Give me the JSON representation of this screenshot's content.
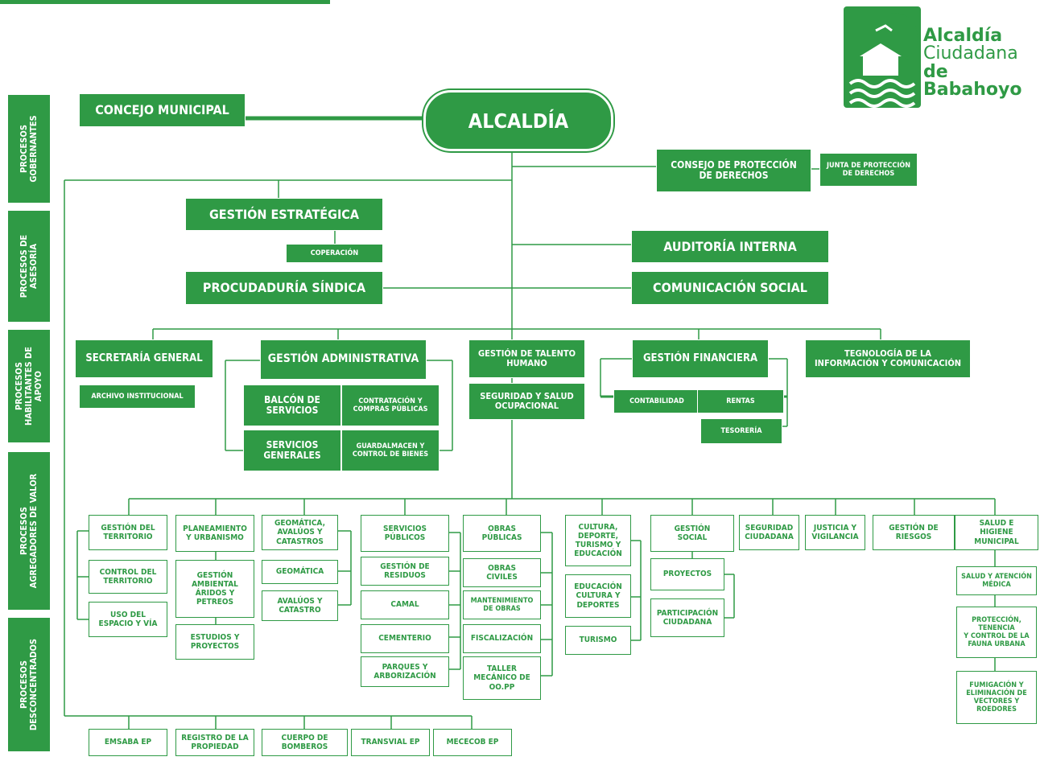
{
  "colors": {
    "green": "#2f9a45",
    "white": "#ffffff"
  },
  "logo": {
    "line1": "Alcaldía",
    "line2": "Ciudadana",
    "line3": "de Babahoyo"
  },
  "sidebar": [
    "PROCESOS\nGOBERNANTES",
    "PROCESOS DE\nASESORÍA",
    "PROCESOS\nHABILITANTES DE\nAPOYO",
    "PROCESOS\nAGREGADORES DE VALOR",
    "PROCESOS\nDESCONCENTRADOS"
  ],
  "gobernantes": {
    "concejo": "CONCEJO MUNICIPAL",
    "alcaldia": "ALCALDÍA",
    "consejo_proteccion": "CONSEJO DE PROTECCIÓN\nDE DERECHOS",
    "junta_proteccion": "JUNTA DE PROTECCIÓN\nDE DERECHOS"
  },
  "asesoria": {
    "gestion_estrategica": "GESTIÓN ESTRATÉGICA",
    "coperacion": "COPERACIÓN",
    "procuraduria": "PROCUDADURÍA SÍNDICA",
    "auditoria": "AUDITORÍA INTERNA",
    "comunicacion": "COMUNICACIÓN SOCIAL"
  },
  "apoyo": {
    "secretaria": "SECRETARÍA GENERAL",
    "archivo": "ARCHIVO INSTITUCIONAL",
    "gestion_admin": "GESTIÓN ADMINISTRATIVA",
    "balcon": "BALCÓN DE\nSERVICIOS",
    "contratacion": "CONTRATACIÓN Y\nCOMPRAS PÚBLICAS",
    "servicios_generales": "SERVICIOS\nGENERALES",
    "guardalmacen": "GUARDALMACEN Y\nCONTROL DE BIENES",
    "talento": "GESTIÓN DE TALENTO\nHUMANO",
    "seguridad_salud": "SEGURIDAD Y SALUD\nOCUPACIONAL",
    "financiera": "GESTIÓN FINANCIERA",
    "contabilidad": "CONTABILIDAD",
    "rentas": "RENTAS",
    "tesoreria": "TESORERÍA",
    "tecnologia": "TEGNOLOGÍA DE LA\nINFORMACIÓN Y COMUNICACIÓN"
  },
  "valor": {
    "territorio": "GESTIÓN DEL\nTERRITORIO",
    "control_territorio": "CONTROL DEL\nTERRITORIO",
    "uso_espacio": "USO DEL\nESPACIO Y VÍA",
    "planeamiento": "PLANEAMIENTO\nY URBANISMO",
    "ambiental": "GESTIÓN\nAMBIENTAL\nÁRIDOS Y\nPETREOS",
    "estudios": "ESTUDIOS Y\nPROYECTOS",
    "geomatica_avaluos": "GEOMÁTICA,\nAVALÚOS Y\nCATASTROS",
    "geomatica": "GEOMÁTICA",
    "avaluos": "AVALÚOS Y\nCATASTRO",
    "servicios_publicos": "SERVICIOS\nPÚBLICOS",
    "residuos": "GESTIÓN DE\nRESIDUOS",
    "camal": "CAMAL",
    "cementerio": "CEMENTERIO",
    "parques": "PARQUES Y\nARBORIZACIÓN",
    "obras_publicas": "OBRAS\nPÚBLICAS",
    "obras_civiles": "OBRAS\nCIVILES",
    "mantenimiento": "MANTENIMIENTO\nDE OBRAS",
    "fiscalizacion": "FISCALIZACIÓN",
    "taller": "TALLER\nMECÁNICO DE\nOO.PP",
    "cultura": "CULTURA,\nDEPORTE,\nTURISMO Y\nEDUCACIÓN",
    "educacion": "EDUCACIÓN\nCULTURA Y\nDEPORTES",
    "turismo": "TURISMO",
    "gestion_social": "GESTIÓN\nSOCIAL",
    "proyectos": "PROYECTOS",
    "participacion": "PARTICIPACIÓN\nCIUDADANA",
    "seguridad_ciudadana": "SEGURIDAD\nCIUDADANA",
    "justicia": "JUSTICIA Y\nVIGILANCIA",
    "riesgos": "GESTIÓN DE\nRIESGOS",
    "salud": "SALUD E\nHIGIENE MUNICIPAL",
    "salud_atencion": "SALUD Y ATENCIÓN\nMÉDICA",
    "proteccion_fauna": "PROTECCIÓN,\nTENENCIA\nY CONTROL DE LA\nFAUNA URBANA",
    "fumigacion": "FUMIGACIÓN Y\nELIMINACIÓN DE\nVECTORES Y\nROEDORES"
  },
  "desconcentrados": {
    "emsaba": "EMSABA EP",
    "registro": "REGISTRO DE LA\nPROPIEDAD",
    "bomberos": "CUERPO DE\nBOMBEROS",
    "transvial": "TRANSVIAL EP",
    "mececob": "MECECOB EP"
  }
}
